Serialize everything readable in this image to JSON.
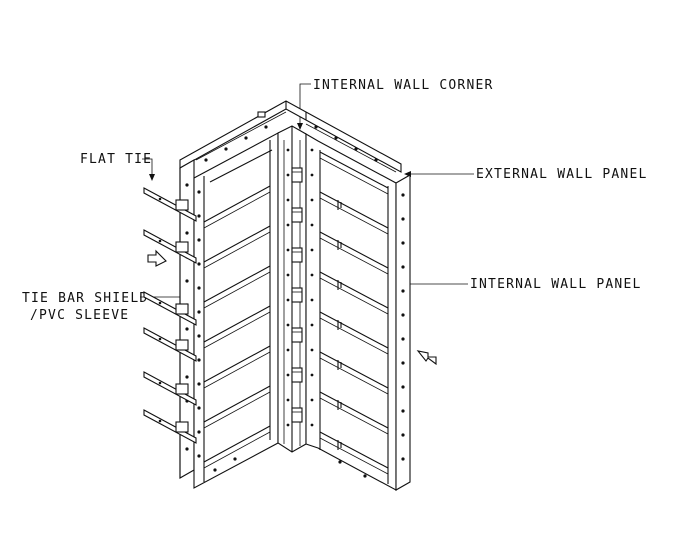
{
  "diagram": {
    "labels": {
      "internal_wall_corner": "INTERNAL WALL CORNER",
      "flat_tie": "FLAT TIE",
      "external_wall_panel": "EXTERNAL WALL PANEL",
      "internal_wall_panel": "INTERNAL WALL PANEL",
      "tie_bar_shield_line1": "TIE BAR SHIELD",
      "tie_bar_shield_line2": "/PVC SLEEVE"
    },
    "icons": [
      "arrow-icon"
    ]
  }
}
